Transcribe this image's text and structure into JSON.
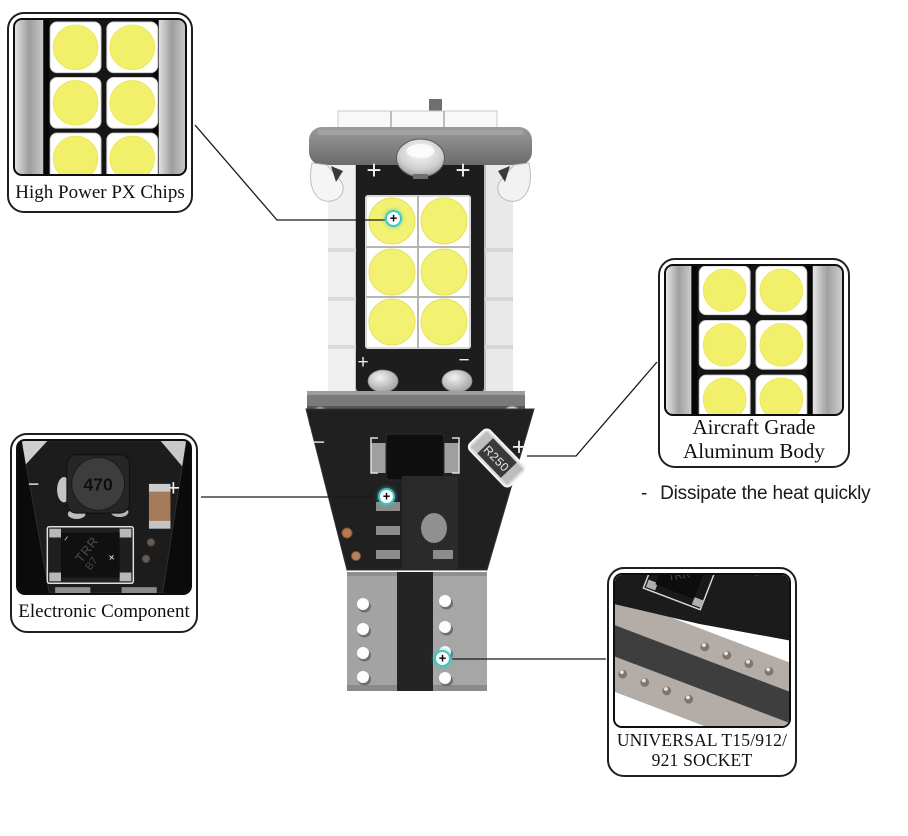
{
  "callouts": {
    "chips": {
      "label": "High Power PX Chips"
    },
    "electronic": {
      "label": "Electronic Component"
    },
    "aluminum": {
      "label_line1": "Aircraft Grade",
      "label_line2": "Aluminum Body"
    },
    "socket": {
      "label_line1": "UNIVERSAL T15/912/",
      "label_line2": "921 SOCKET"
    }
  },
  "note": {
    "bullet": "-",
    "text": "Dissipate the heat quickly"
  },
  "markers": {
    "plus": "+"
  },
  "product": {
    "led_chip_grid": "2x3",
    "markings": {
      "face_top_left": "+",
      "face_top_right": "+",
      "face_bottom_left": "+",
      "face_bottom_right": "−",
      "pcb_left": "−",
      "pcb_right": "+",
      "photo_pcb_left": "−",
      "photo_pcb_right": "+",
      "inductor": "470",
      "resistor": "R250",
      "driver_chip_line1": "TRR",
      "driver_chip_line2": "B7",
      "chip_minus": "−",
      "chip_plus": "+"
    }
  },
  "colors": {
    "led_yellow": "#f3f171",
    "marker_ring": "#3fc7c2",
    "connector_line": "#1a1a1a"
  }
}
